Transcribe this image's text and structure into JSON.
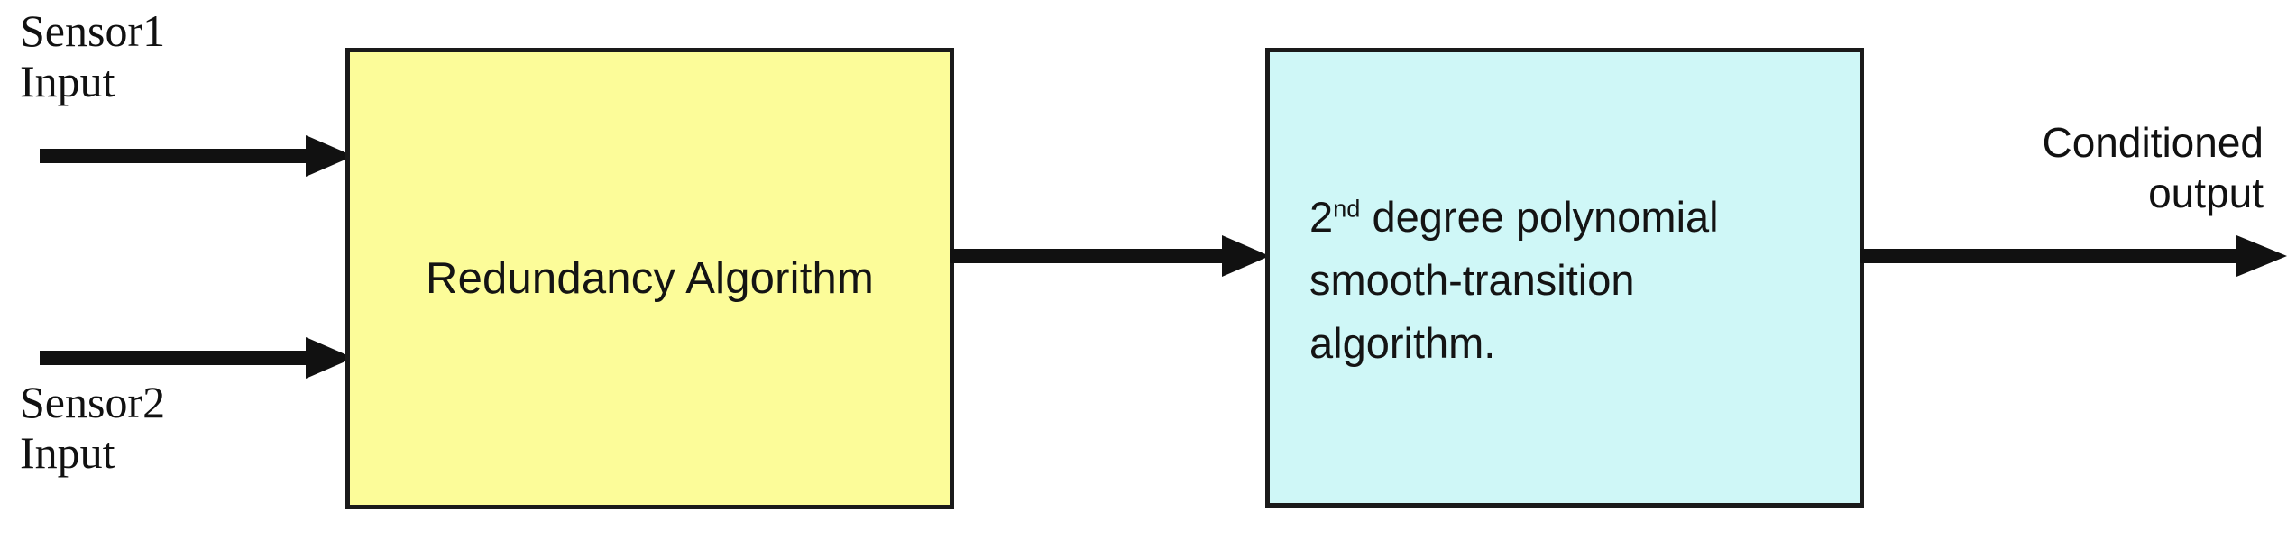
{
  "diagram": {
    "title": "Sensor signal conditioning block diagram",
    "background_color": "#ffffff",
    "stroke_color": "#1a1a1a"
  },
  "labels": {
    "sensor1": "Sensor1\nInput",
    "sensor2": "Sensor2\nInput",
    "output": "Conditioned\noutput"
  },
  "blocks": [
    {
      "id": "redundancy",
      "label": "Redundancy Algorithm",
      "fill_color": "#fcfc99",
      "border_color": "#1a1a1a"
    },
    {
      "id": "polynomial",
      "label_prefix": "2",
      "label_superscript": "nd",
      "label_rest": " degree polynomial\nsmooth-transition\nalgorithm.",
      "fill_color": "#cff7f7",
      "border_color": "#1a1a1a"
    }
  ],
  "connectors": [
    {
      "id": "sensor1-to-redundancy",
      "direction": "right"
    },
    {
      "id": "sensor2-to-redundancy",
      "direction": "right"
    },
    {
      "id": "redundancy-to-polynomial",
      "direction": "right"
    },
    {
      "id": "polynomial-to-output",
      "direction": "right"
    }
  ]
}
